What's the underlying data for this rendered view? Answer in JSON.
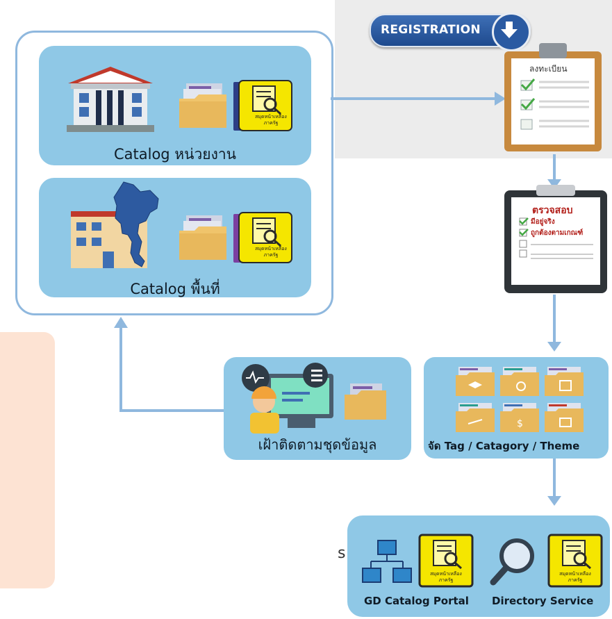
{
  "catalog_group": {
    "agency": {
      "label": "Catalog หน่วยงาน",
      "sticker": "สมุดหน้าเหลือง ภาครัฐ"
    },
    "area": {
      "label": "Catalog พื้นที่",
      "sticker": "สมุดหน้าเหลือง ภาครัฐ"
    }
  },
  "registration": {
    "badge": "REGISTRATION",
    "clipboard_title": "ลงทะเบียน"
  },
  "check": {
    "title": "ตรวจสอบ",
    "items": [
      "มีอยู่จริง",
      "ถูกต้องตามเกณฑ์"
    ]
  },
  "monitor": {
    "label": "เฝ้าติดตามชุดข้อมูล"
  },
  "tagging": {
    "label": "จัด Tag / Catagory / Theme"
  },
  "output": {
    "portal_label": "GD Catalog Portal",
    "directory_label": "Directory Service",
    "sticker": "สมุดหน้าเหลือง ภาครัฐ",
    "partial_char": "s"
  },
  "colors": {
    "card": "#8fc8e6",
    "connector": "#8fb8de",
    "sticker": "#f5e600",
    "peach": "#fde3d3"
  }
}
